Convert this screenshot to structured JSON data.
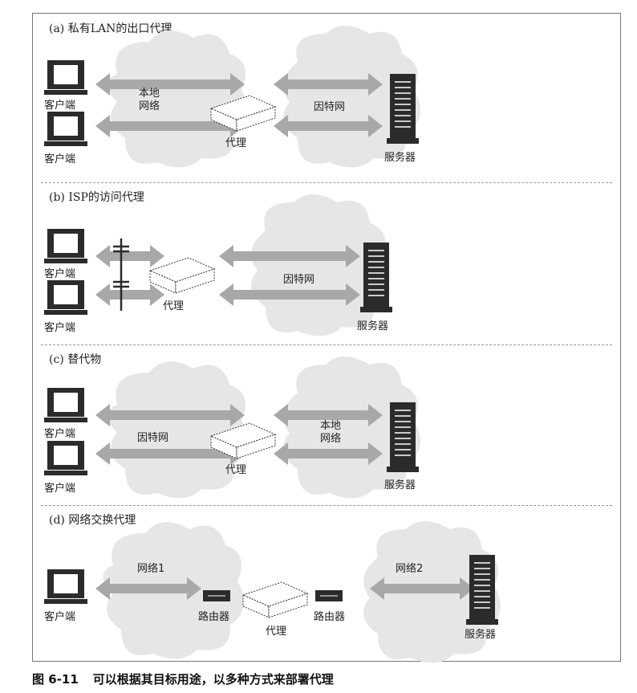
{
  "panels": [
    {
      "title": "(a) 私有LAN的出口代理",
      "client1": "客户端",
      "client2": "客户端",
      "cloud_left": "本地\n网络",
      "proxy": "代理",
      "cloud_right": "因特网",
      "server": "服务器"
    },
    {
      "title": "(b) ISP的访问代理",
      "client1": "客户端",
      "client2": "客户端",
      "proxy": "代理",
      "cloud_right": "因特网",
      "server": "服务器"
    },
    {
      "title": "(c) 替代物",
      "client1": "客户端",
      "client2": "客户端",
      "cloud_left": "因特网",
      "proxy": "代理",
      "cloud_right": "本地\n网络",
      "server": "服务器"
    },
    {
      "title": "(d) 网络交换代理",
      "client": "客户端",
      "cloud_left": "网络1",
      "router_left": "路由器",
      "proxy": "代理",
      "router_right": "路由器",
      "cloud_right": "网络2",
      "server": "服务器"
    }
  ],
  "caption": {
    "number": "图 6-11",
    "text": "可以根据其目标用途，以多种方式来部署代理"
  },
  "colors": {
    "arrow": "#a8a8a8",
    "cloud": "#e6e6e6",
    "server": "#2b2b2b"
  }
}
